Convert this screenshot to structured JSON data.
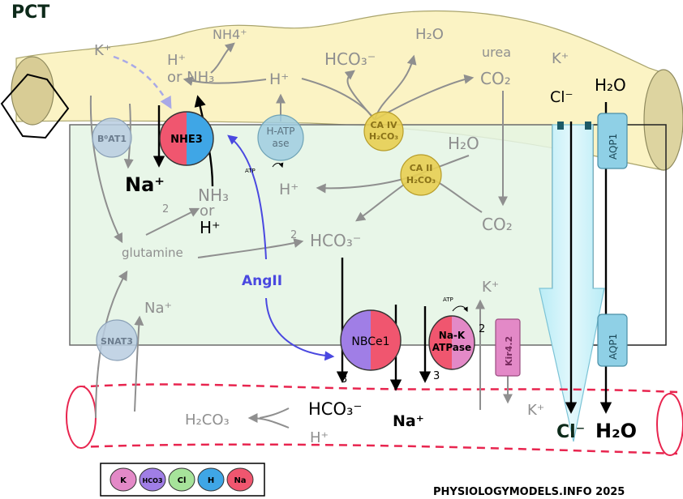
{
  "title": "PCT",
  "footer": "PHYSIOLOGYMODELS.INFO 2025",
  "lumen": {
    "k": "K⁺",
    "h_or_nh3_1": "H⁺",
    "h_or_nh3_2": "or NH₃",
    "nh4": "NH4⁺",
    "h": "H⁺",
    "hco3": "HCO₃⁻",
    "h2o": "H₂O",
    "urea": "urea",
    "co2": "CO₂",
    "k2": "K⁺",
    "cl": "Cl⁻",
    "h2o_bold": "H₂O"
  },
  "cell": {
    "na": "Na⁺",
    "nh3_1": "NH₃",
    "nh3_2": "or",
    "nh3_3": "H⁺",
    "two_a": "2",
    "glutamine": "glutamine",
    "two_b": "2",
    "hco3": "HCO₃⁻",
    "h": "H⁺",
    "h2o": "H₂O",
    "co2": "CO₂",
    "na_snat": "Na⁺",
    "k": "K⁺",
    "two_c": "2",
    "atp1": "ATP",
    "atp2": "ATP",
    "angii": "AngII"
  },
  "blood": {
    "hco3": "HCO₃⁻",
    "na": "Na⁺",
    "h2co3": "H₂CO₃",
    "h": "H⁺",
    "k": "K⁺",
    "cl": "Cl⁻",
    "h2o": "H₂O",
    "three_a": "3",
    "three_b": "3"
  },
  "transporters": {
    "bat1": "B⁰AT1",
    "nhe3": "NHE3",
    "hatp1": "H-ATP",
    "hatp2": "ase",
    "ca4_1": "CA IV",
    "ca4_2": "H₂CO₃",
    "ca2_1": "CA II",
    "ca2_2": "H₂CO₃",
    "snat3": "SNAT3",
    "nbce1": "NBCe1",
    "nak1": "Na-K",
    "nak2": "ATPase",
    "kir": "Kir4.2",
    "aqp1_top": "AQP1",
    "aqp1_bottom": "AQP1"
  },
  "legend": [
    {
      "label": "K",
      "color": "#e389c7"
    },
    {
      "label": "HCO3",
      "color": "#a07ee6"
    },
    {
      "label": "Cl",
      "color": "#a6e39a"
    },
    {
      "label": "H",
      "color": "#3fa6e6"
    },
    {
      "label": "Na",
      "color": "#f0566f"
    }
  ]
}
